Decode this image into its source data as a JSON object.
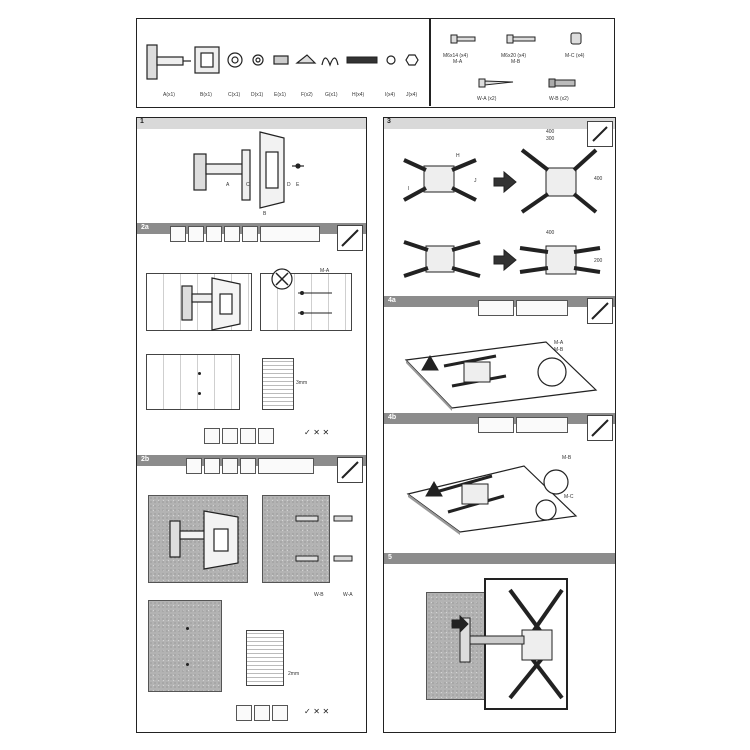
{
  "parts": {
    "left": [
      {
        "label": "A(x1)"
      },
      {
        "label": "B(x1)"
      },
      {
        "label": "C(x1)"
      },
      {
        "label": "D(x1)"
      },
      {
        "label": "E(x1)"
      },
      {
        "label": "F(x2)"
      },
      {
        "label": "G(x1)"
      },
      {
        "label": "H(x4)"
      },
      {
        "label": "I(x4)"
      },
      {
        "label": "J(x4)"
      }
    ],
    "screws_top": [
      {
        "size": "M6x14 (x4)",
        "code": "M-A"
      },
      {
        "size": "M6x20 (x4)",
        "code": "M-B"
      },
      {
        "size": "M-C (x4)",
        "code": ""
      }
    ],
    "screws_bottom": [
      {
        "label": "W-A (x2)"
      },
      {
        "label": "W-B (x2)"
      }
    ]
  },
  "steps": {
    "s1": {
      "num": "1",
      "callouts": [
        "A",
        "C",
        "D",
        "E",
        "B"
      ]
    },
    "s2a": {
      "num": "2a",
      "screw_label": "M-A",
      "drill_label": "3mm"
    },
    "s2b": {
      "num": "2b",
      "wb_label": "W-B",
      "wa_label": "W-A",
      "drill_label": "2mm"
    },
    "s3": {
      "num": "3",
      "dims_top": [
        "400",
        "300",
        "400"
      ],
      "dims_bottom": [
        "400",
        "200"
      ],
      "callouts": [
        "H",
        "J",
        "I"
      ]
    },
    "s4a": {
      "num": "4a",
      "callouts": [
        "M-A",
        "M-B"
      ]
    },
    "s4b": {
      "num": "4b",
      "callouts": [
        "M-B",
        "M-C"
      ]
    },
    "s5": {
      "num": "5"
    }
  }
}
